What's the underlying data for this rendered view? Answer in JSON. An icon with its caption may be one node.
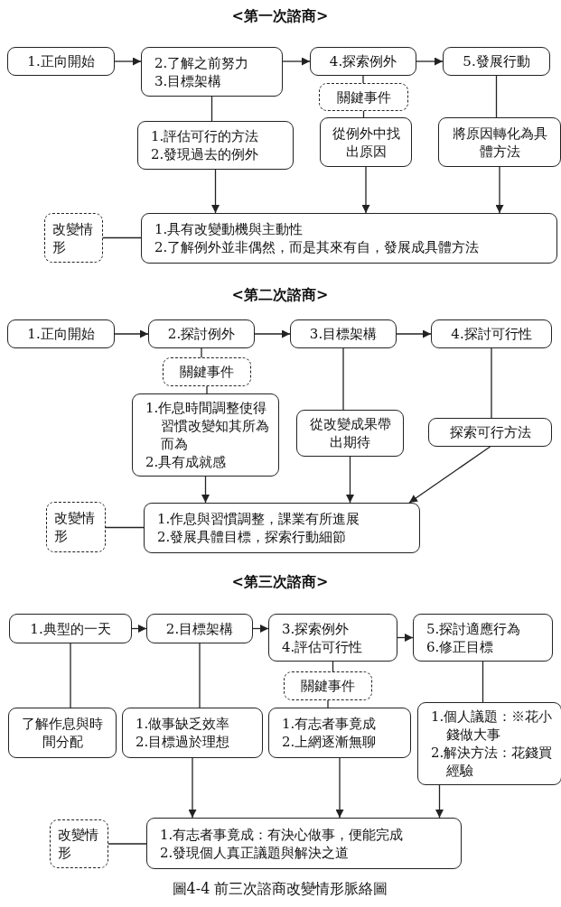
{
  "diagram": {
    "caption": "圖4-4 前三次諮商改變情形脈絡圖",
    "nodes": [
      {
        "text": [
          "1.正向開始"
        ]
      },
      {
        "text": [
          "2.了解之前努力",
          "3.目標架構"
        ]
      },
      {
        "text": [
          "4.探索例外"
        ]
      },
      {
        "text": [
          "5.發展行動"
        ]
      },
      {
        "text": [
          "關鍵事件"
        ]
      },
      {
        "text": [
          "1.評估可行的方法",
          "2.發現過去的例外"
        ]
      },
      {
        "text": [
          "從例外中找出原因"
        ]
      },
      {
        "text": [
          "將原因轉化為具體方法"
        ]
      },
      {
        "text": [
          "改變情形"
        ]
      },
      {
        "text": [
          "1.具有改變動機與主動性",
          "2.了解例外並非偶然，而是其來有自，發展成具體方法"
        ]
      },
      {
        "text": [
          "1.正向開始"
        ]
      },
      {
        "text": [
          "2.探討例外"
        ]
      },
      {
        "text": [
          "3.目標架構"
        ]
      },
      {
        "text": [
          "4.探討可行性"
        ]
      },
      {
        "text": [
          "關鍵事件"
        ]
      },
      {
        "text": [
          "1.作息時間調整使得習慣改變知其所為而為",
          "2.具有成就感"
        ]
      },
      {
        "text": [
          "從改變成果帶出期待"
        ]
      },
      {
        "text": [
          "探索可行方法"
        ]
      },
      {
        "text": [
          "改變情形"
        ]
      },
      {
        "text": [
          "1.作息與習慣調整，課業有所進展",
          "2.發展具體目標，探索行動細節"
        ]
      },
      {
        "text": [
          "1.典型的一天"
        ]
      },
      {
        "text": [
          "2.目標架構"
        ]
      },
      {
        "text": [
          "3.探索例外",
          "4.評估可行性"
        ]
      },
      {
        "text": [
          "5.探討適應行為",
          "6.修正目標"
        ]
      },
      {
        "text": [
          "關鍵事件"
        ]
      },
      {
        "text": [
          "了解作息與時間分配"
        ]
      },
      {
        "text": [
          "1.做事缺乏效率",
          "2.目標過於理想"
        ]
      },
      {
        "text": [
          "1.有志者事竟成",
          "2.上網逐漸無聊"
        ]
      },
      {
        "text": [
          "1.個人議題：※花小錢做大事",
          "2.解決方法：花錢買經驗"
        ]
      },
      {
        "text": [
          "改變情形"
        ]
      },
      {
        "text": [
          "1.有志者事竟成：有決心做事，便能完成",
          "2.發現個人真正議題與解決之道"
        ]
      }
    ],
    "edges": [
      {
        "from": 0,
        "to": 1,
        "arrow": "to"
      },
      {
        "from": 1,
        "to": 2,
        "arrow": "to"
      },
      {
        "from": 2,
        "to": 3,
        "arrow": "to"
      },
      {
        "from": 1,
        "to": 5,
        "arrow": "none"
      },
      {
        "from": 2,
        "to": 4,
        "arrow": "none"
      },
      {
        "from": 4,
        "to": 6,
        "arrow": "none"
      },
      {
        "from": 3,
        "to": 7,
        "arrow": "none"
      },
      {
        "from": 5,
        "to": 9,
        "arrow": "to"
      },
      {
        "from": 6,
        "to": 9,
        "arrow": "to"
      },
      {
        "from": 7,
        "to": 9,
        "arrow": "to"
      },
      {
        "from": 8,
        "to": 9,
        "arrow": "none"
      },
      {
        "from": 10,
        "to": 11,
        "arrow": "to"
      },
      {
        "from": 11,
        "to": 12,
        "arrow": "to"
      },
      {
        "from": 12,
        "to": 13,
        "arrow": "to"
      },
      {
        "from": 11,
        "to": 14,
        "arrow": "none"
      },
      {
        "from": 14,
        "to": 15,
        "arrow": "none"
      },
      {
        "from": 12,
        "to": 16,
        "arrow": "none"
      },
      {
        "from": 13,
        "to": 17,
        "arrow": "none"
      },
      {
        "from": 15,
        "to": 19,
        "arrow": "to"
      },
      {
        "from": 16,
        "to": 19,
        "arrow": "to"
      },
      {
        "from": 17,
        "to": 19,
        "arrow": "to"
      },
      {
        "from": 18,
        "to": 19,
        "arrow": "none"
      },
      {
        "from": 20,
        "to": 21,
        "arrow": "to"
      },
      {
        "from": 21,
        "to": 22,
        "arrow": "to"
      },
      {
        "from": 22,
        "to": 23,
        "arrow": "to"
      },
      {
        "from": 20,
        "to": 25,
        "arrow": "none"
      },
      {
        "from": 21,
        "to": 26,
        "arrow": "none"
      },
      {
        "from": 22,
        "to": 24,
        "arrow": "none"
      },
      {
        "from": 24,
        "to": 27,
        "arrow": "none"
      },
      {
        "from": 23,
        "to": 28,
        "arrow": "none"
      },
      {
        "from": 26,
        "to": 30,
        "arrow": "to"
      },
      {
        "from": 27,
        "to": 30,
        "arrow": "to"
      },
      {
        "from": 28,
        "to": 30,
        "arrow": "to"
      },
      {
        "from": 29,
        "to": 30,
        "arrow": "none"
      }
    ],
    "labels": [
      "<第一次諮商>",
      "<第二次諮商>",
      "<第三次諮商>"
    ]
  }
}
